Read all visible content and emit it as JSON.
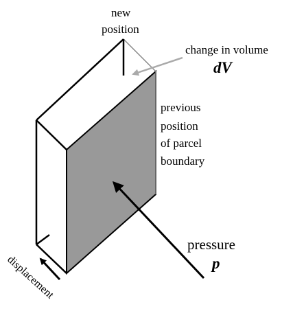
{
  "labels": {
    "new_position_line1": "new",
    "new_position_line2": "position",
    "change_in_volume": "change in volume",
    "dV": "dV",
    "previous_line1": "previous",
    "previous_line2": "position",
    "previous_line3": "of parcel",
    "previous_line4": "boundary",
    "pressure": "pressure",
    "p": "p",
    "displacement": "displacement"
  },
  "colors": {
    "face_fill": "#999999",
    "line": "#000000",
    "pointer_gray": "#aaaaaa",
    "background": "#ffffff"
  }
}
